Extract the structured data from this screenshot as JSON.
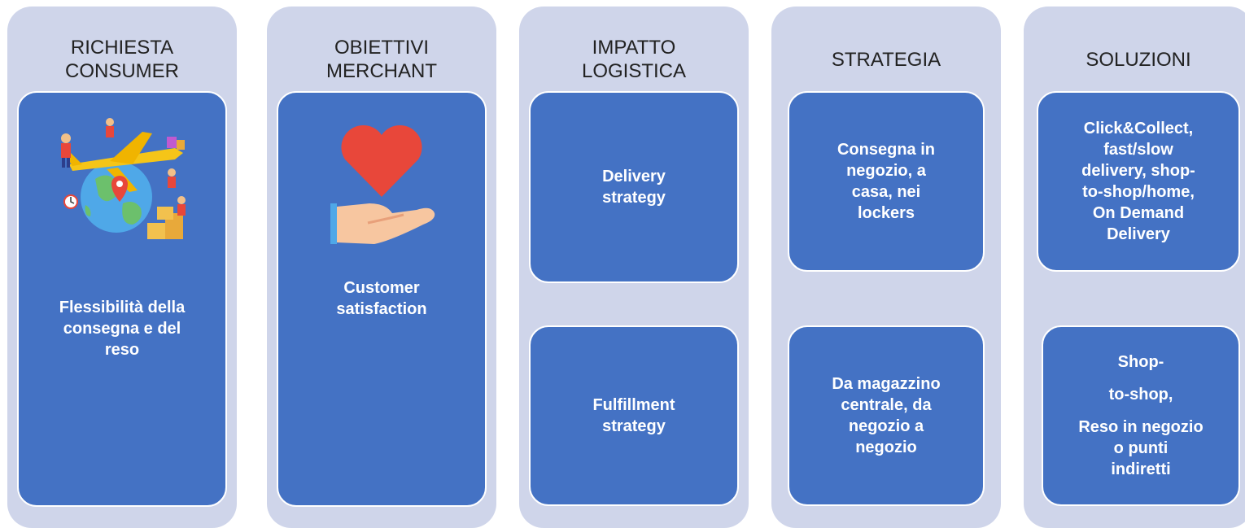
{
  "colors": {
    "column_bg": "#cfd5ea",
    "card_bg": "#4472c4",
    "card_border": "#ffffff",
    "title_text": "#222222",
    "card_text": "#ffffff"
  },
  "columns": [
    {
      "title": "RICHIESTA\nCONSUMER",
      "icon": "global-delivery-illustration",
      "card_text": "Flessibilità della\nconsegna e del\nreso"
    },
    {
      "title": "OBIETTIVI\nMERCHANT",
      "icon": "heart-in-hand-icon",
      "card_text": "Customer\nsatisfaction"
    },
    {
      "title": "IMPATTO\nLOGISTICA",
      "cards": [
        "Delivery\nstrategy",
        "Fulfillment\nstrategy"
      ]
    },
    {
      "title": "STRATEGIA",
      "cards": [
        "Consegna in\nnegozio, a\ncasa, nei\nlockers",
        "Da magazzino\ncentrale, da\nnegozio a\nnegozio"
      ]
    },
    {
      "title": "SOLUZIONI",
      "cards": [
        "Click&Collect,\nfast/slow\ndelivery, shop-\nto-shop/home,\nOn Demand\nDelivery"
      ],
      "card2_lines": [
        "Shop-",
        "to-shop,",
        "Reso in negozio\no punti\nindiretti"
      ]
    }
  ]
}
